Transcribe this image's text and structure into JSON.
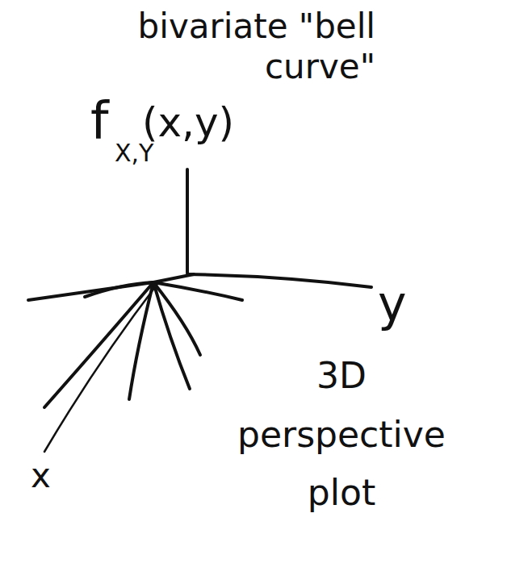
{
  "diagram": {
    "labels": [
      "bivariate \"bell curve\"",
      "f",
      "X,Y",
      "(x,y)",
      "y",
      "x",
      "3D perspective plot"
    ]
  }
}
